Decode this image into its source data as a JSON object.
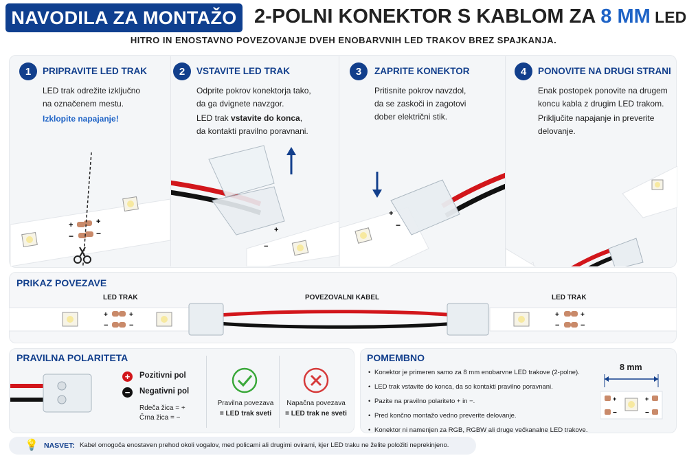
{
  "header": {
    "badge": "NAVODILA ZA MONTAŽO",
    "title_main": "2-POLNI KONEKTOR S KABLOM ZA ",
    "title_highlight": "8 MM",
    "title_end": " LED TRAK",
    "subtitle": "HITRO IN ENOSTAVNO POVEZOVANJE DVEH ENOBARVNIH LED TRAKOV BREZ SPAJKANJA."
  },
  "steps": [
    {
      "number": "1",
      "title": "PRIPRAVITE LED TRAK",
      "line1": "LED trak odrežite izključno",
      "line2": "na označenem mestu.",
      "note": "Izklopite napajanje!"
    },
    {
      "number": "2",
      "title": "VSTAVITE LED TRAK",
      "line1": "Odprite pokrov konektorja tako,",
      "line2": "da ga dvignete navzgor.",
      "line3_pre": "LED trak ",
      "line3_bold": "vstavite do konca",
      "line3_post": ",",
      "line4": "da kontakti pravilno poravnani."
    },
    {
      "number": "3",
      "title": "ZAPRITE KONEKTOR",
      "line1": "Pritisnite pokrov navzdol,",
      "line2": "da se zaskoči in zagotovi",
      "line3": "dober električni stik."
    },
    {
      "number": "4",
      "title": "PONOVITE NA DRUGI STRANI",
      "line1": "Enak postopek ponovite na drugem",
      "line2": "koncu kabla z drugim LED trakom.",
      "line3": "Priključite napajanje in preverite",
      "line4": "delovanje."
    }
  ],
  "connection": {
    "title": "PRIKAZ POVEZAVE",
    "left_label": "LED TRAK",
    "center_label": "POVEZOVALNI KABEL",
    "right_label": "LED TRAK"
  },
  "polarity": {
    "title": "PRAVILNA POLARITETA",
    "positive": "Pozitivni pol",
    "negative": "Negativni pol",
    "red_wire": "Rdeča žica = +",
    "black_wire": "Črna žica = −",
    "correct_line1": "Pravilna povezava",
    "correct_line2": "= LED trak sveti",
    "wrong_line1": "Napačna povezava",
    "wrong_line2": "= LED trak ne sveti"
  },
  "important": {
    "title": "POMEMBNO",
    "items": [
      "Konektor je primeren samo za 8 mm enobarvne LED trakove (2-polne).",
      "LED trak vstavite do konca, da so kontakti pravilno poravnani.",
      "Pazite na pravilno polariteto + in −.",
      "Pred končno montažo vedno preverite delovanje.",
      "Konektor ni namenjen za RGB, RGBW ali druge večkanalne LED trakove."
    ],
    "width_label": "8 mm"
  },
  "tip": {
    "label": "NASVET:",
    "text": "Kabel omogoča enostaven prehod okoli vogalov, med policami ali drugimi ovirami, kjer LED traku ne želite položiti neprekinjeno."
  },
  "colors": {
    "navy": "#123f8c",
    "accent_blue": "#1e63c6",
    "red_wire": "#d2161b",
    "check_green": "#3aa83a",
    "cross_red": "#d63a3a"
  }
}
